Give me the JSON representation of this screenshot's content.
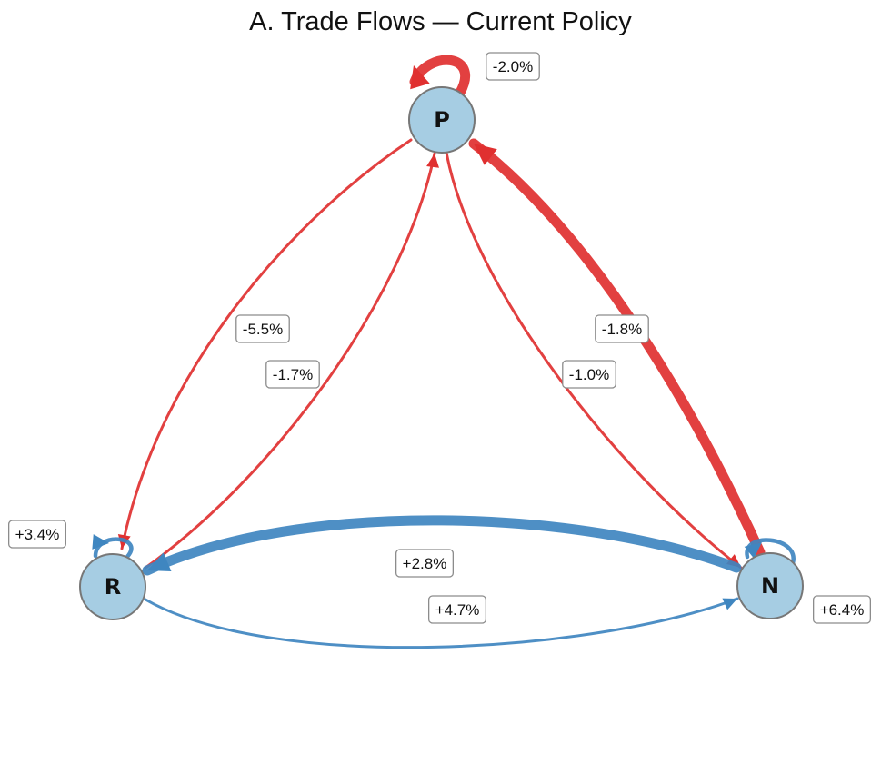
{
  "title": "A. Trade Flows — Current Policy",
  "colors": {
    "negative": "#e03030",
    "positive": "#3f86c0",
    "node_fill": "#a6cde3",
    "node_stroke": "#777777"
  },
  "nodes": [
    {
      "id": "P",
      "label": "P"
    },
    {
      "id": "R",
      "label": "R"
    },
    {
      "id": "N",
      "label": "N"
    }
  ],
  "edges": [
    {
      "id": "p-to-r",
      "from": "P",
      "to": "R",
      "label": "-5.5%",
      "sign": "negative",
      "weight": "thin"
    },
    {
      "id": "r-to-p",
      "from": "R",
      "to": "P",
      "label": "-1.7%",
      "sign": "negative",
      "weight": "thin"
    },
    {
      "id": "p-to-n",
      "from": "P",
      "to": "N",
      "label": "-1.0%",
      "sign": "negative",
      "weight": "thin"
    },
    {
      "id": "n-to-p",
      "from": "N",
      "to": "P",
      "label": "-1.8%",
      "sign": "negative",
      "weight": "heavy"
    },
    {
      "id": "n-to-r",
      "from": "N",
      "to": "R",
      "label": "+2.8%",
      "sign": "positive",
      "weight": "heavy"
    },
    {
      "id": "r-to-n",
      "from": "R",
      "to": "N",
      "label": "+4.7%",
      "sign": "positive",
      "weight": "thin"
    },
    {
      "id": "p-self",
      "from": "P",
      "to": "P",
      "label": "-2.0%",
      "sign": "negative",
      "weight": "heavy"
    },
    {
      "id": "r-self",
      "from": "R",
      "to": "R",
      "label": "+3.4%",
      "sign": "positive",
      "weight": "medium"
    },
    {
      "id": "n-self",
      "from": "N",
      "to": "N",
      "label": "+6.4%",
      "sign": "positive",
      "weight": "medium"
    }
  ]
}
